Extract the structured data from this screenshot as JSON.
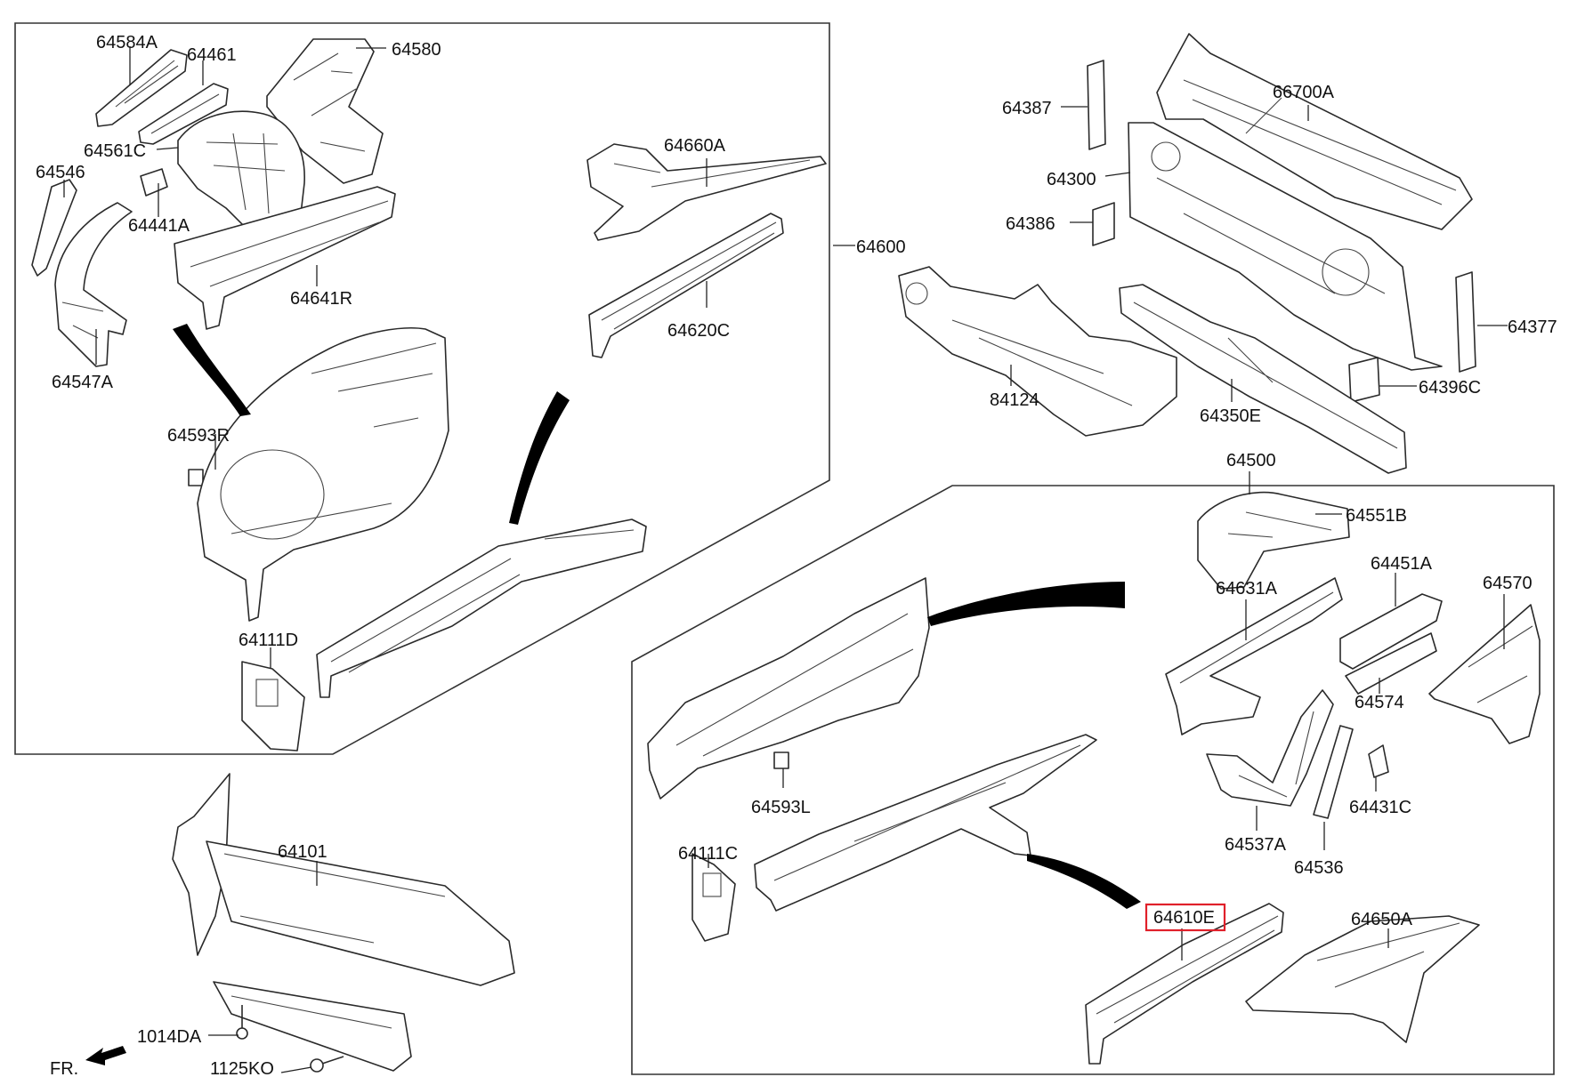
{
  "parts": {
    "p64584A": "64584A",
    "p64461": "64461",
    "p64580": "64580",
    "p64561C": "64561C",
    "p64546": "64546",
    "p64441A": "64441A",
    "p64641R": "64641R",
    "p64547A": "64547A",
    "p64660A": "64660A",
    "p64620C": "64620C",
    "p64600": "64600",
    "p64593R": "64593R",
    "p64111D": "64111D",
    "p64387": "64387",
    "p66700A": "66700A",
    "p64300": "64300",
    "p64386": "64386",
    "p64377": "64377",
    "p64396C": "64396C",
    "p84124": "84124",
    "p64350E": "64350E",
    "p64500": "64500",
    "p64551B": "64551B",
    "p64451A": "64451A",
    "p64570": "64570",
    "p64631A": "64631A",
    "p64574": "64574",
    "p64593L": "64593L",
    "p64431C": "64431C",
    "p64537A": "64537A",
    "p64536": "64536",
    "p64111C": "64111C",
    "p64610E": "64610E",
    "p64650A": "64650A",
    "p64101": "64101",
    "p1014DA": "1014DA",
    "p1125KO": "1125KO"
  },
  "direction_label": "FR.",
  "highlighted_part": "64610E",
  "highlight_color": "#e0202a"
}
